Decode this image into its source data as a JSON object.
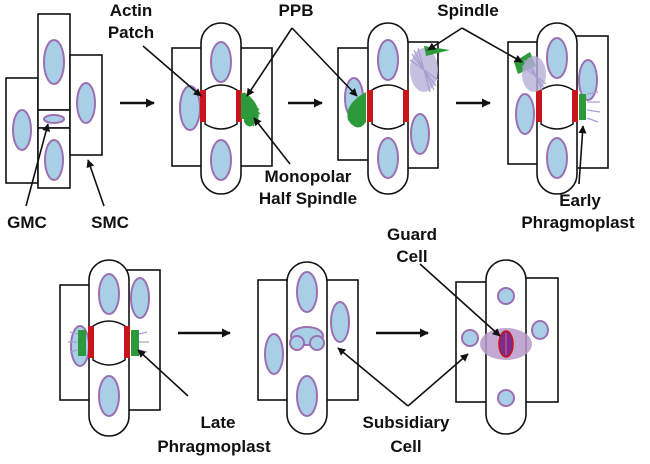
{
  "labels": {
    "actin_patch": [
      "Actin",
      "Patch"
    ],
    "ppb": "PPB",
    "spindle": "Spindle",
    "gmc": "GMC",
    "smc": "SMC",
    "monopolar_half_spindle": [
      "Monopolar",
      "Half Spindle"
    ],
    "early_phragmoplast": [
      "Early",
      "Phragmoplast"
    ],
    "guard_cell": [
      "Guard",
      "Cell"
    ],
    "late_phragmoplast": [
      "Late",
      "Phragmoplast"
    ],
    "subsidiary_cell": [
      "Subsidiary",
      "Cell"
    ]
  },
  "colors": {
    "nucleus_fill": "#a9cfe6",
    "nucleus_outline": "#9c6fb3",
    "actin": "#c9141c",
    "microtubules": "#2c9a3a",
    "ppb": "#b7b0d8",
    "guard_cell": "#b99ac9"
  }
}
